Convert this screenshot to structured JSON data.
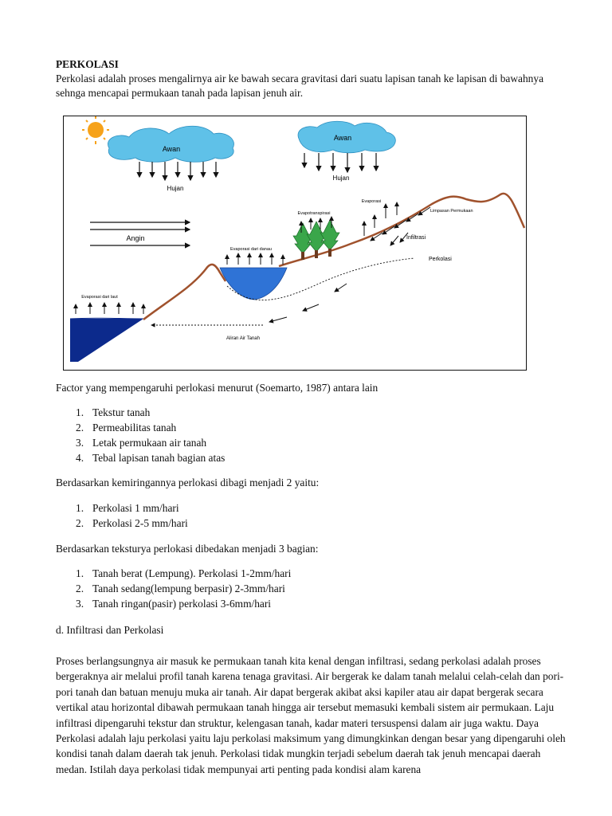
{
  "title": "PERKOLASI",
  "intro": "Perkolasi adalah proses mengalirnya air ke bawah secara gravitasi dari suatu lapisan tanah ke lapisan di bawahnya sehnga mencapai permukaan tanah pada lapisan jenuh air.",
  "diagram": {
    "cloud_left": "Awan",
    "cloud_right": "Awan",
    "rain_left": "Hujan",
    "rain_right": "Hujan",
    "wind": "Angin",
    "evap_sea": "Evaporasi dari laut",
    "evap_lake": "Evaporasi dari danau",
    "evapotranspiration": "Evapotranspirasi",
    "evaporation": "Evaporasi",
    "runoff": "Limpasan Permukaan",
    "infiltration": "Infiltrasi",
    "percolation": "Perkolasi",
    "groundwater": "Aliran Air Tanah",
    "colors": {
      "cloud": "#5fc1e8",
      "sun": "#f6a21a",
      "water_lake": "#2f73d6",
      "water_sea": "#0c2a8c",
      "ground": "#a0522d",
      "tree": "#3aa64a"
    }
  },
  "factors_intro": "Factor yang mempengaruhi perlokasi menurut (Soemarto, 1987) antara lain",
  "factors": [
    {
      "num": "1.",
      "text": "Tekstur tanah"
    },
    {
      "num": "2.",
      "text": "Permeabilitas tanah"
    },
    {
      "num": "3.",
      "text": "Letak permukaan air tanah"
    },
    {
      "num": "4.",
      "text": "Tebal lapisan tanah bagian atas"
    }
  ],
  "slope_intro": "Berdasarkan kemiringannya perlokasi dibagi menjadi 2 yaitu:",
  "slope": [
    {
      "num": "1.",
      "text": "Perkolasi 1 mm/hari"
    },
    {
      "num": "2.",
      "text": "Perkolasi 2-5 mm/hari"
    }
  ],
  "texture_intro": "Berdasarkan teksturya perlokasi dibedakan menjadi 3 bagian:",
  "texture": [
    {
      "num": "1.",
      "text": "Tanah berat (Lempung). Perkolasi 1-2mm/hari"
    },
    {
      "num": "2.",
      "text": "Tanah sedang(lempung berpasir) 2-3mm/hari"
    },
    {
      "num": "3.",
      "text": "Tanah ringan(pasir) perkolasi 3-6mm/hari"
    }
  ],
  "section_heading": "d. Infiltrasi dan Perkolasi",
  "body": "Proses berlangsungnya air masuk ke permukaan tanah kita kenal dengan infiltrasi, sedang perkolasi adalah proses bergeraknya air melalui profil tanah karena tenaga gravitasi. Air bergerak ke dalam tanah melalui celah-celah dan pori-pori tanah dan batuan menuju muka air tanah. Air dapat bergerak akibat aksi kapiler atau air dapat bergerak secara vertikal atau horizontal dibawah permukaan tanah hingga air tersebut memasuki kembali sistem air permukaan. Laju infiltrasi dipengaruhi tekstur dan struktur, kelengasan tanah, kadar materi tersuspensi dalam air juga waktu. Daya Perkolasi adalah laju perkolasi yaitu laju perkolasi maksimum yang dimungkinkan dengan besar yang dipengaruhi oleh kondisi tanah dalam daerah tak jenuh. Perkolasi tidak mungkin terjadi sebelum daerah tak jenuh mencapai daerah medan. Istilah daya perkolasi tidak mempunyai arti penting pada kondisi alam karena"
}
